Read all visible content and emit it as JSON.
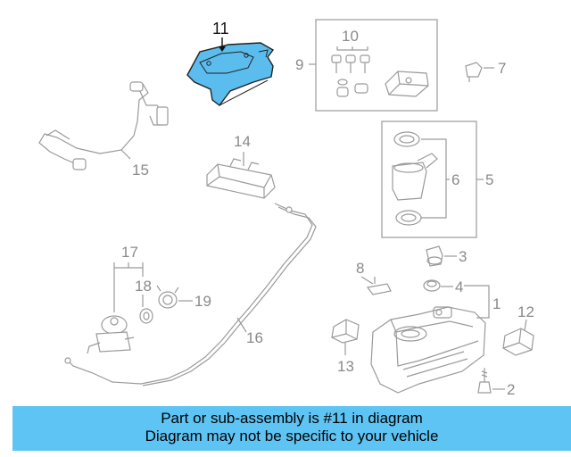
{
  "diagram": {
    "highlight_color": "#5bbcee",
    "callouts": {
      "c1": "1",
      "c2": "2",
      "c3": "3",
      "c4": "4",
      "c5": "5",
      "c6": "6",
      "c7": "7",
      "c8": "8",
      "c9": "9",
      "c10": "10",
      "c11": "11",
      "c12": "12",
      "c13": "13",
      "c14": "14",
      "c15": "15",
      "c16": "16",
      "c17": "17",
      "c18": "18",
      "c19": "19"
    }
  },
  "banner": {
    "line1": "Part or sub-assembly is #11 in diagram",
    "line2": "Diagram may not be specific to your vehicle",
    "color": "#5ec4f4"
  }
}
